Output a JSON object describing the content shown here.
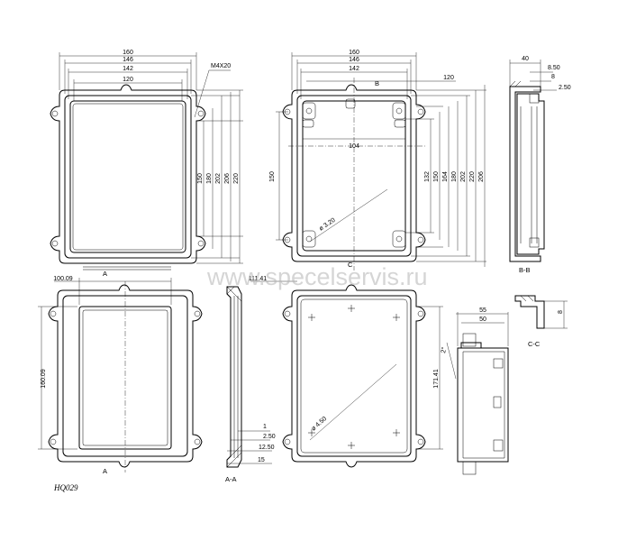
{
  "model_code": "HQ029",
  "watermark": "www.specelservis.ru",
  "thread_callout": "M4X20",
  "views": {
    "top_left": {
      "widths": [
        "160",
        "146",
        "142",
        "120"
      ],
      "heights": [
        "150",
        "180",
        "202",
        "206",
        "220"
      ]
    },
    "top_middle": {
      "widths": [
        "160",
        "146",
        "142",
        "120"
      ],
      "inner_width": "104",
      "heights": [
        "132",
        "150",
        "164",
        "180",
        "202",
        "220",
        "206"
      ],
      "left_height": "150",
      "hole_diameter": "ø 3.20",
      "section_mark_b": "B",
      "section_mark_c": "C"
    },
    "section_bb": {
      "dims": [
        "40",
        "8.50",
        "8",
        "2.50"
      ],
      "label": "B-B"
    },
    "bottom_left": {
      "width": "100.09",
      "height": "160.09",
      "section_mark": "A"
    },
    "section_aa": {
      "dims": [
        "1",
        "2.50",
        "12.50",
        "15"
      ],
      "label": "A-A"
    },
    "bottom_middle": {
      "width": "111.41",
      "height": "171.41",
      "hole_diameter": "ø 4.50"
    },
    "side_view": {
      "dims": [
        "55",
        "50"
      ],
      "angle": "2°"
    },
    "section_cc": {
      "dim": "8",
      "label": "C-C"
    }
  }
}
